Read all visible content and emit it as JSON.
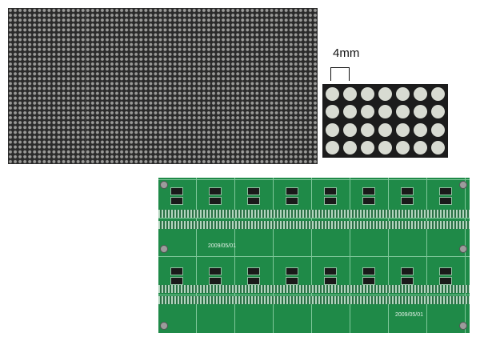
{
  "photo": {
    "pitch_label": "4mm",
    "small_matrix": {
      "rows": 4,
      "cols": 7
    },
    "pcb_dates": [
      "2009/05/01",
      "2009/05/01"
    ],
    "colors": {
      "pcb_green": "#1f8a48",
      "matrix_black": "#2a2a2a",
      "led_dot": "#d8dbd2"
    }
  }
}
